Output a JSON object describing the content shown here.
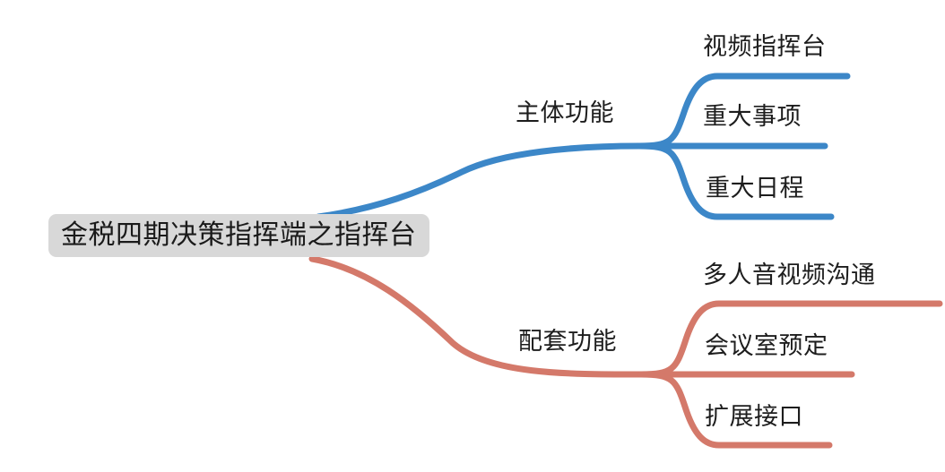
{
  "diagram": {
    "title": "金税四期决策指挥端之指挥台",
    "type": "mind-map",
    "colors": {
      "root_background": "#d8d8d8",
      "root_text": "#1a1a1a",
      "branch_main": "#3c87c8",
      "branch_support": "#d4796a",
      "label_text": "#1d1d1d",
      "canvas_background": "#ffffff"
    }
  },
  "root": {
    "label": "金税四期决策指挥端之指挥台"
  },
  "branches": [
    {
      "id": "main-functions",
      "label": "主体功能",
      "color": "#3c87c8",
      "leaves": [
        {
          "id": "video-command-desk",
          "label": "视频指挥台"
        },
        {
          "id": "major-matters",
          "label": "重大事项"
        },
        {
          "id": "major-schedule",
          "label": "重大日程"
        }
      ]
    },
    {
      "id": "supporting-functions",
      "label": "配套功能",
      "color": "#d4796a",
      "leaves": [
        {
          "id": "multi-party-av-communication",
          "label": "多人音视频沟通"
        },
        {
          "id": "meeting-room-booking",
          "label": "会议室预定"
        },
        {
          "id": "extension-interface",
          "label": "扩展接口"
        }
      ]
    }
  ]
}
